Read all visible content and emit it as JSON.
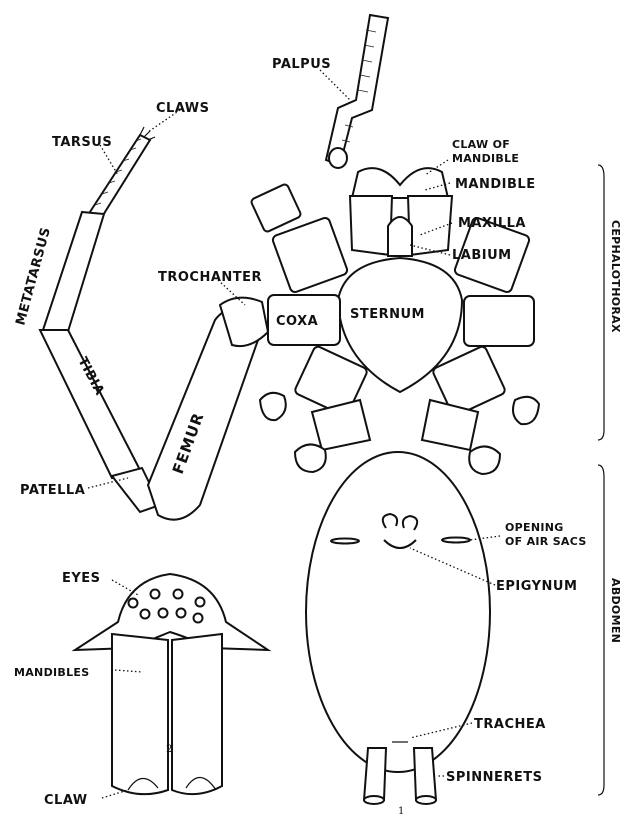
{
  "labels": {
    "palpus": "PALPUS",
    "claws": "CLAWS",
    "tarsus": "TARSUS",
    "metatarsus": "METATARSUS",
    "claw_of_mandible_1": "CLAW OF",
    "claw_of_mandible_2": "MANDIBLE",
    "mandible": "MANDIBLE",
    "maxilla": "MAXILLA",
    "labium": "LABIUM",
    "trochanter": "TROCHANTER",
    "coxa": "COXA",
    "sternum": "STERNUM",
    "tibia": "TIBIA",
    "femur": "FEMUR",
    "patella": "PATELLA",
    "eyes": "EYES",
    "mandibles": "MANDIBLES",
    "claw": "CLAW",
    "opening_1": "OPENING",
    "opening_2": "OF AIR SACS",
    "epigynum": "EPIGYNUM",
    "trachea": "TRACHEA",
    "spinnerets": "SPINNERETS"
  },
  "regions": {
    "cephalothorax": "CEPHALOTHORAX",
    "abdomen": "ABDOMEN"
  },
  "figure_numbers": {
    "fig1": "1",
    "fig2": "2"
  }
}
